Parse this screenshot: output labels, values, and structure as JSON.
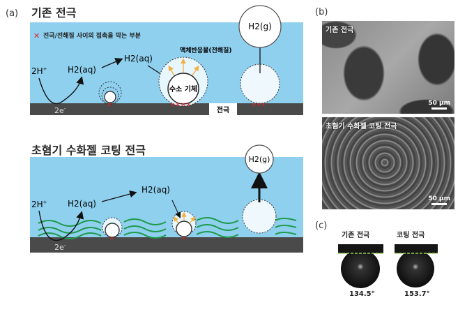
{
  "panel_a": {
    "label": "(a)",
    "top": {
      "title": "기존 전극",
      "legend": "전극/전해질 사이의 접촉을 막는 부분",
      "reactant": "2H",
      "reactant_sup": "+",
      "electrons": "2e",
      "electrons_sup": "-",
      "h2aq_1": "H2(aq)",
      "h2aq_2": "H2(aq)",
      "liquid_label": "액체반응물(전해질)",
      "gas_bubble_label": "수소 기체",
      "electrode_label": "전극",
      "h2g": "H2(g)"
    },
    "bottom": {
      "title": "초혐기 수화젤 코팅 전극",
      "reactant": "2H",
      "reactant_sup": "+",
      "electrons": "2e",
      "electrons_sup": "-",
      "h2aq_1": "H2(aq)",
      "h2aq_2": "H2(aq)",
      "h2g": "H2(g)"
    }
  },
  "panel_b": {
    "label": "(b)",
    "images": [
      {
        "label": "기존 전극",
        "scale": "50 µm"
      },
      {
        "label": "초혐기 수화젤 코팅 전극",
        "scale": "50 µm"
      }
    ]
  },
  "panel_c": {
    "label": "(c)",
    "samples": [
      {
        "label": "기존 전극",
        "angle": "134.5°"
      },
      {
        "label": "코팅 전극",
        "angle": "153.7°"
      }
    ]
  },
  "colors": {
    "electrolyte": "#8fd0ef",
    "electrode": "#4a4a4a",
    "hydrogel": "#1f9a4a",
    "blocked": "#e0202a"
  }
}
